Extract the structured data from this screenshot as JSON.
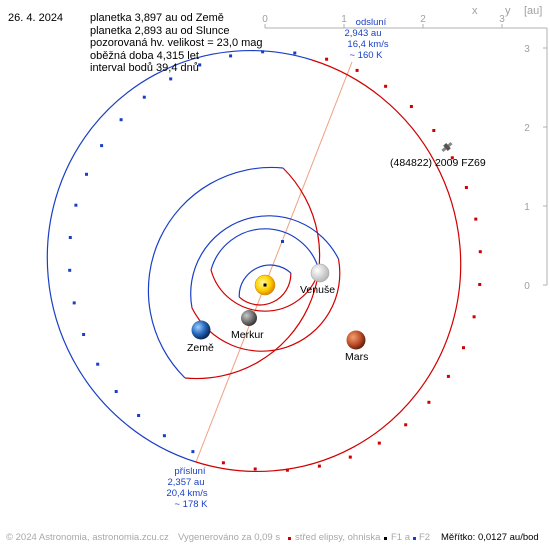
{
  "header": {
    "date": "26. 4. 2024",
    "lines": [
      "planetka 3,897 au od Země",
      "planetka 2,893 au od Slunce",
      "pozorovaná hv. velikost = 23,0 mag",
      "oběžná doba 4,315 let",
      "interval bodů 39,4 dnů"
    ]
  },
  "axes": {
    "x_label": "x",
    "y_label": "y",
    "unit": "[au]",
    "x_ticks": [
      "0",
      "1",
      "2",
      "3"
    ],
    "y_ticks": [
      "3",
      "2",
      "1",
      "0"
    ]
  },
  "aphelion": {
    "title": "odsluní",
    "distance": "2,943 au",
    "speed": "16,4 km/s",
    "temp": "~ 160 K"
  },
  "perihelion": {
    "title": "přísluní",
    "distance": "2,357 au",
    "speed": "20,4 km/s",
    "temp": "~ 178 K"
  },
  "bodies": {
    "asteroid": "(484822) 2009 FZ69",
    "venus": "Venuše",
    "mercury": "Merkur",
    "earth": "Země",
    "mars": "Mars"
  },
  "footer": {
    "copyright": "© 2024 Astronomia, astronomia.zcu.cz",
    "generated": "Vygenerováno za 0,09 s",
    "legend_center": "střed elipsy, ohniska",
    "legend_f1": "F1 a",
    "legend_f2": "F2",
    "scale": "Měřítko: 0,0127 au/bod"
  },
  "colors": {
    "orbit_near": "#d00000",
    "orbit_far": "#1a3fc6",
    "apsis_line": "#f0a080",
    "axis": "#b0b0b0",
    "label_blue": "#1a3fc6"
  }
}
